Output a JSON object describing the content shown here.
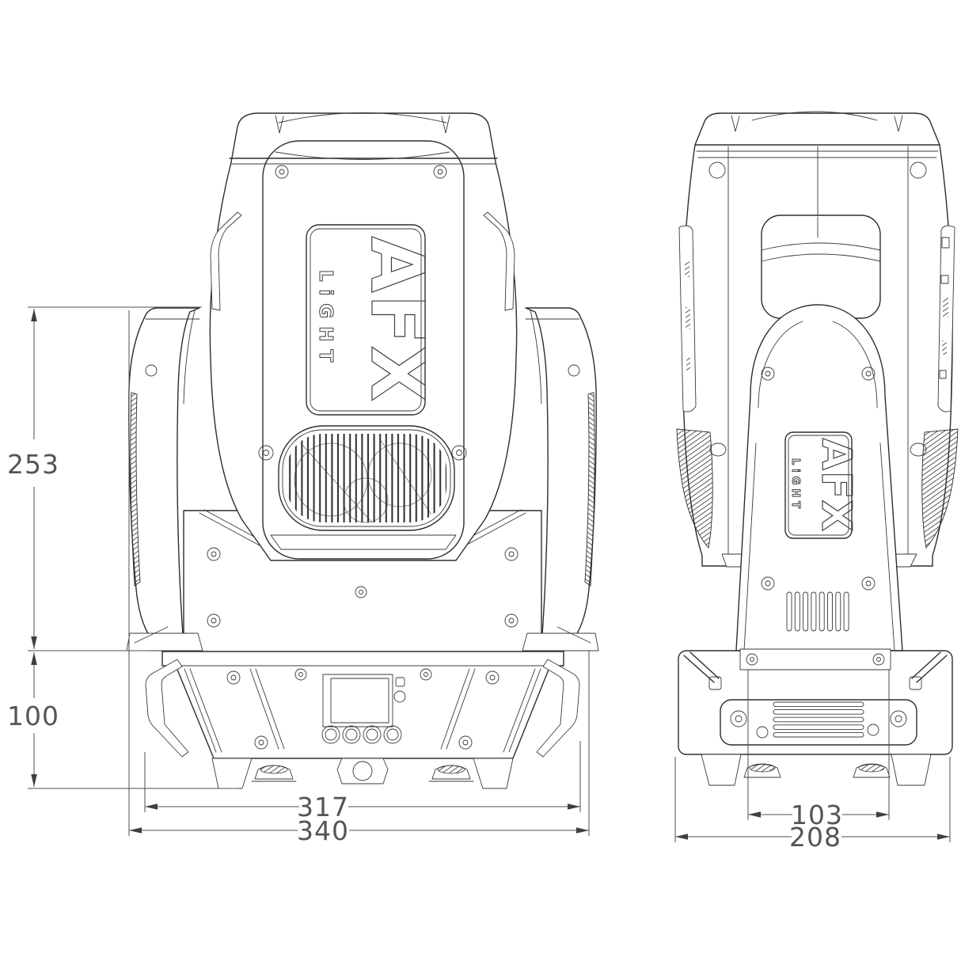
{
  "document": {
    "kind": "technical-dimension-drawing"
  },
  "brand": {
    "name": "AFX",
    "sub": "LiGHT"
  },
  "dimensions": {
    "head_height": "253",
    "base_height": "100",
    "base_width": "317",
    "overall_width": "340",
    "yoke_width": "103",
    "overall_depth": "208"
  },
  "colors": {
    "background": "#ffffff",
    "line": "#2d2d2d",
    "dimension": "#4f4f4f"
  }
}
